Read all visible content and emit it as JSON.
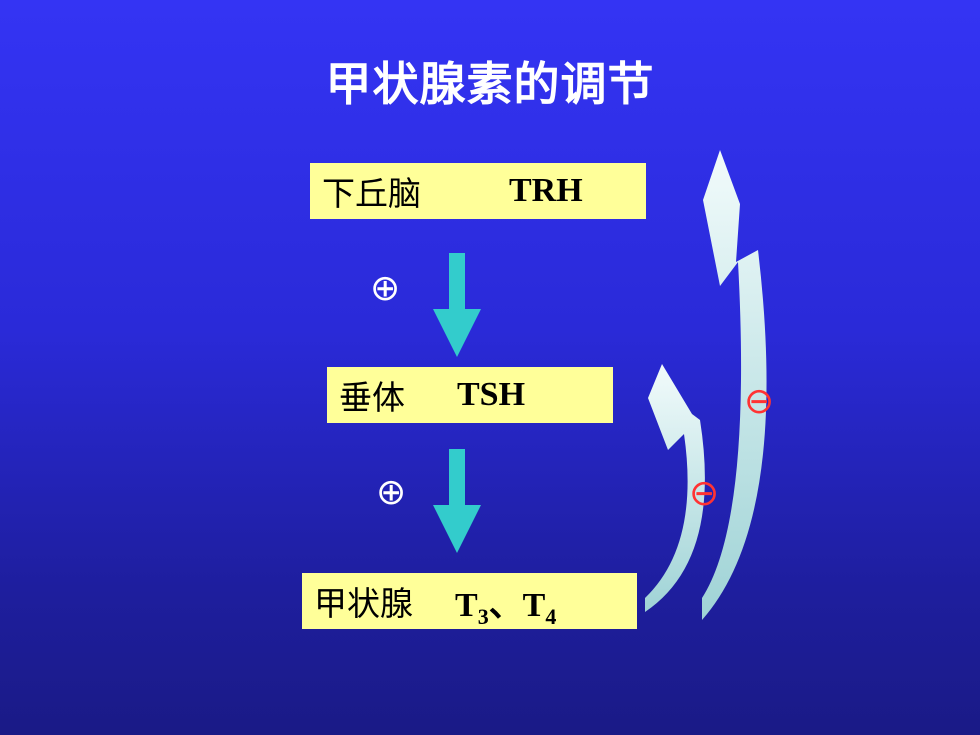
{
  "title": "甲状腺素的调节",
  "boxes": {
    "hypothalamus": {
      "organ": "下丘脑",
      "hormone": "TRH"
    },
    "pituitary": {
      "organ": "垂体",
      "hormone": "TSH"
    },
    "thyroid": {
      "organ": "甲状腺",
      "hormone_prefix": "T",
      "sub1": "3",
      "separator": "、T",
      "sub2": "4"
    }
  },
  "signs": {
    "stimulate_1": "⊕",
    "stimulate_2": "⊕",
    "inhibit_outer": "⊖",
    "inhibit_inner": "⊖"
  },
  "colors": {
    "background": "#3434f4",
    "box_fill": "#ffff99",
    "down_arrow": "#33cccc",
    "feedback_arrow": "#b8e6e6",
    "inhibit_sign": "#ff3333"
  }
}
